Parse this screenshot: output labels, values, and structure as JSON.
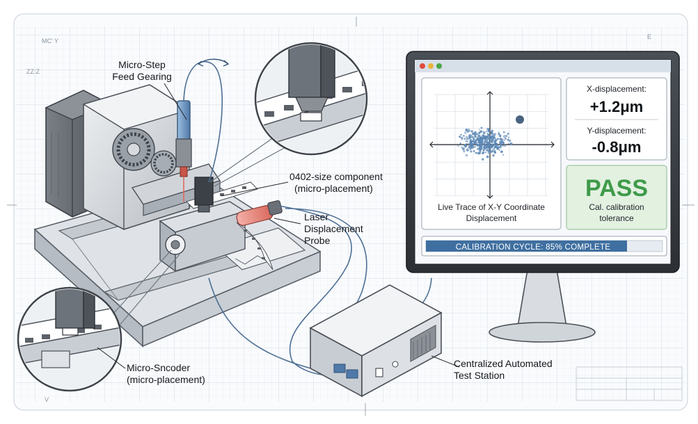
{
  "margin_marks": {
    "top_left": "MC' Y",
    "left_side": "ZZ:Z",
    "top_right": "E",
    "bottom_left": "V"
  },
  "callouts": {
    "feed_gearing": [
      "Micro-Step",
      "Feed Gearing"
    ],
    "component": [
      "0402-size component",
      "(micro-placement)"
    ],
    "laser": [
      "Laser",
      "Displacement",
      "Probe"
    ],
    "encoder": [
      "Micro-Sncoder",
      "(micro-placement)"
    ],
    "station": [
      "Centralized Automated",
      "Test Station"
    ]
  },
  "monitor": {
    "scatter": {
      "caption": [
        "Live Trace of X-Y Coordinate",
        "Displacement"
      ],
      "outlier_color": "#4a6480",
      "point_color": "#5b87b5"
    },
    "x_label": "X-displacement:",
    "x_value": "+1.2μm",
    "y_label": "Y-displacement:",
    "y_value": "-0.8μm",
    "status": "PASS",
    "status_note": [
      "Cal. calibration",
      "tolerance"
    ],
    "progress_text": "CALIBRATION CYCLE: 85% COMPLETE",
    "progress": 0.85,
    "window_dots": [
      "#e04a3c",
      "#e8b43a",
      "#4aa64a"
    ],
    "status_color": "#3f9a4a",
    "progress_color": "#3f6fa0"
  }
}
